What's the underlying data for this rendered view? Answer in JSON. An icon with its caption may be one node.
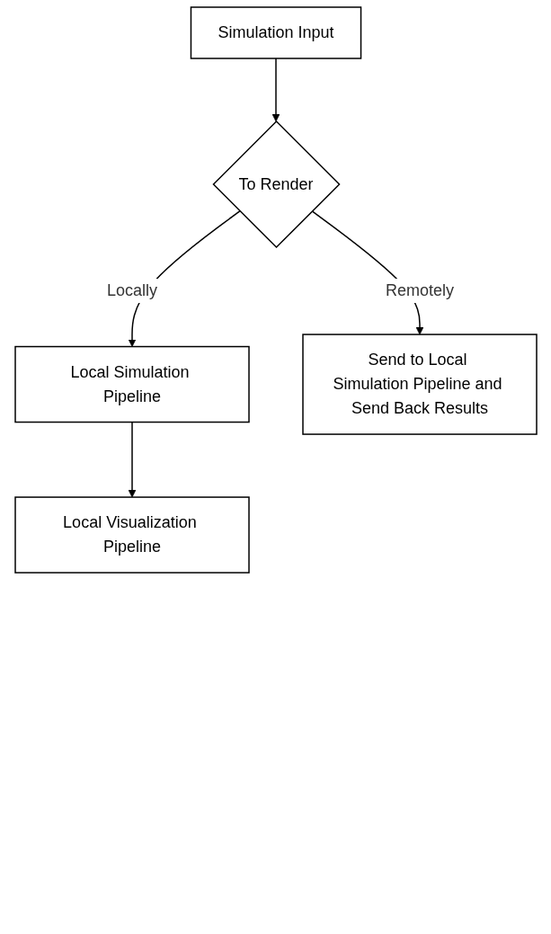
{
  "diagram": {
    "nodes": [
      {
        "text": [
          "Simulation Input"
        ]
      },
      {
        "text": [
          "To Render"
        ]
      },
      {
        "text": [
          "Local Simulation Pipeline"
        ]
      },
      {
        "text": [
          "Local Visualization Pipeline"
        ]
      },
      {
        "text": [
          "Send to Local Simulation Pipeline and Send Back Results"
        ]
      }
    ],
    "edges": [
      {
        "from": 0,
        "to": 1,
        "arrow": "to"
      },
      {
        "from": 1,
        "to": 2,
        "label": "Locally",
        "arrow": "to"
      },
      {
        "from": 1,
        "to": 4,
        "label": "Remotely",
        "arrow": "to"
      },
      {
        "from": 2,
        "to": 3,
        "arrow": "to"
      }
    ]
  }
}
